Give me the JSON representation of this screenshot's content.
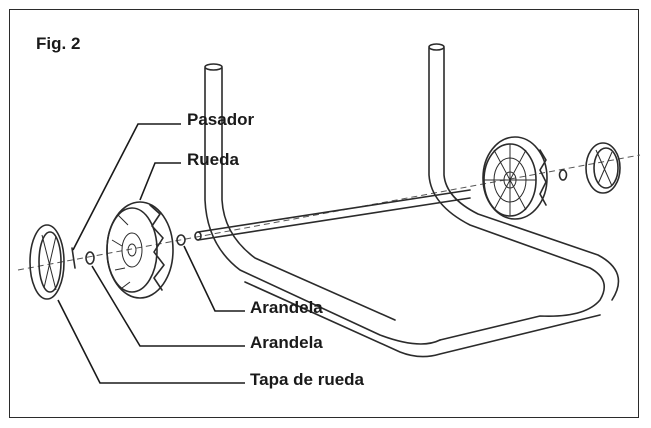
{
  "figure": {
    "title": "Fig. 2",
    "labels": {
      "pasador": "Pasador",
      "rueda": "Rueda",
      "arandela_1": "Arandela",
      "arandela_2": "Arandela",
      "tapa_de_rueda": "Tapa de rueda"
    }
  }
}
